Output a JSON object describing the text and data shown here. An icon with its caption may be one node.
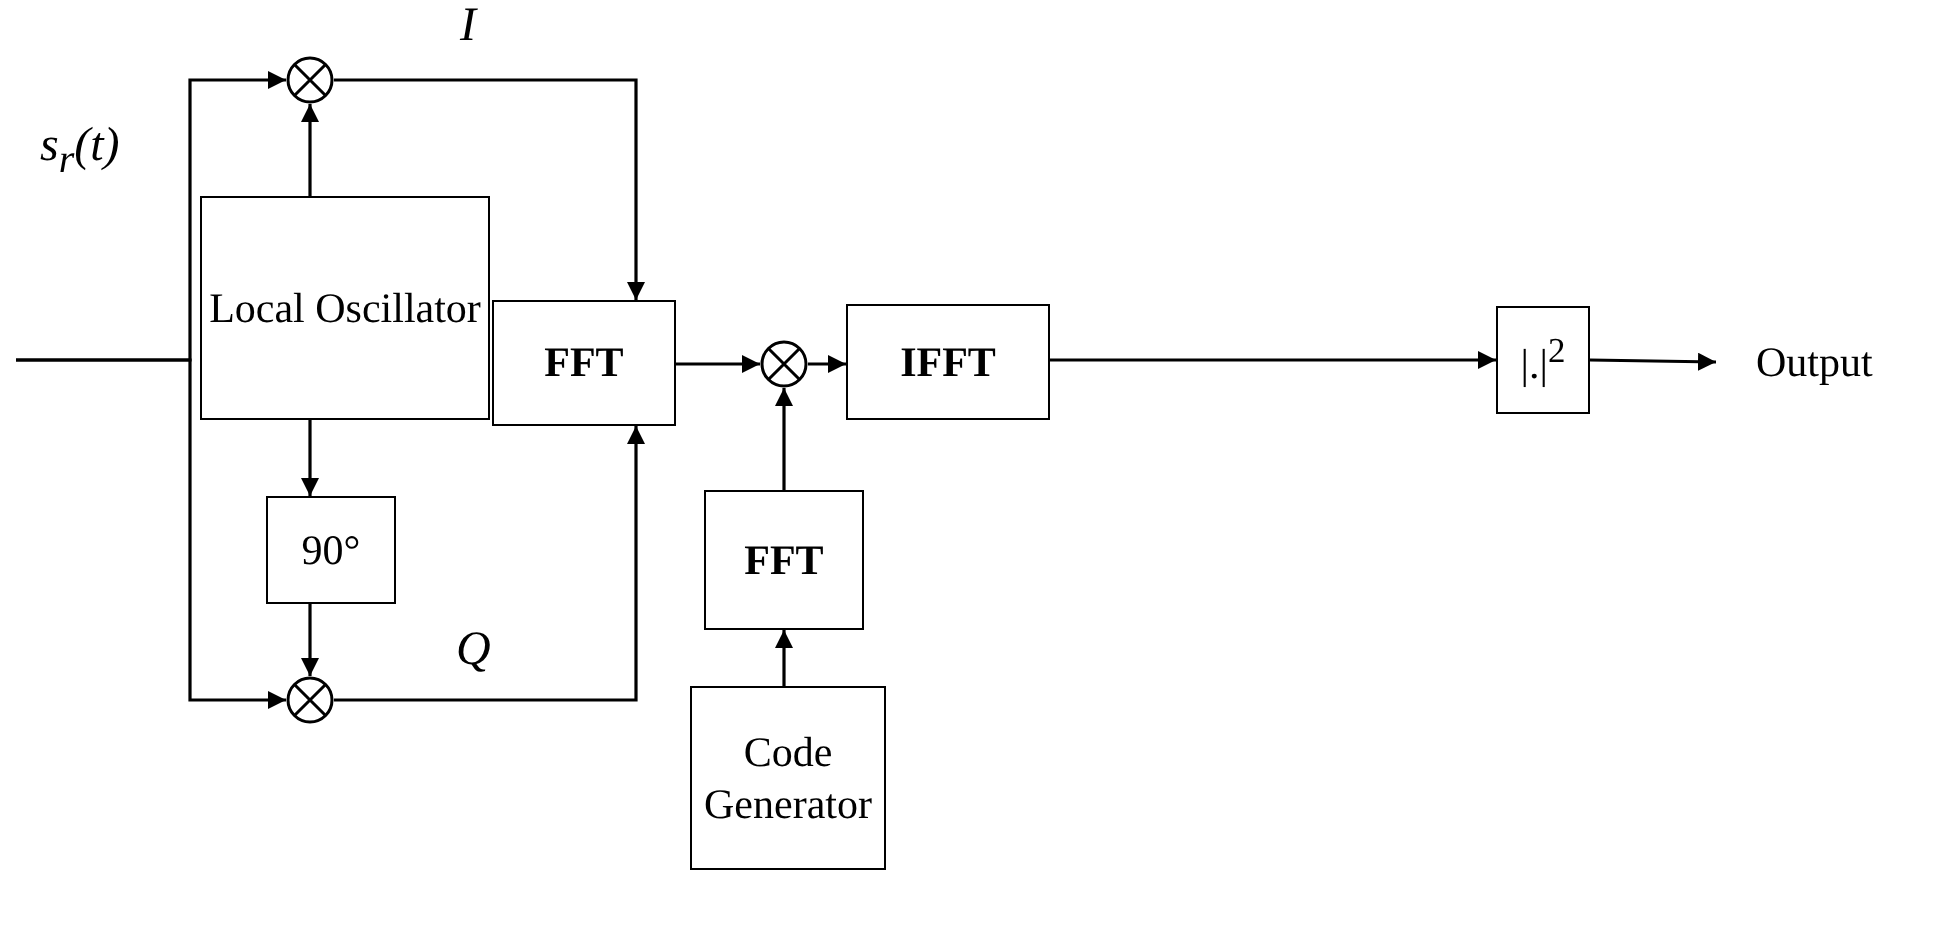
{
  "diagram": {
    "nodes": [
      {
        "text": [],
        "shape": "circle"
      },
      {
        "text": [
          "Local Oscillator"
        ]
      },
      {
        "text": [
          "90°"
        ]
      },
      {
        "text": [],
        "shape": "circle"
      },
      {
        "text": [
          "FFT"
        ]
      },
      {
        "text": [],
        "shape": "circle"
      },
      {
        "text": [
          "FFT"
        ]
      },
      {
        "text": [
          "Code Generator"
        ]
      },
      {
        "text": [
          "IFFT"
        ]
      },
      {
        "text": [
          "|.|$^{2}$"
        ]
      },
      {
        "text": [
          "Output"
        ]
      }
    ],
    "edges": [
      {
        "from": null,
        "to": 0,
        "arrow": "to",
        "label": "s$_{r}$(t)"
      },
      {
        "from": null,
        "to": 3,
        "arrow": "to"
      },
      {
        "from": 1,
        "to": 0,
        "arrow": "to"
      },
      {
        "from": 1,
        "to": 2,
        "arrow": "to"
      },
      {
        "from": 2,
        "to": 3,
        "arrow": "to"
      },
      {
        "from": 0,
        "to": 4,
        "arrow": "to",
        "label": "I"
      },
      {
        "from": 3,
        "to": 4,
        "arrow": "to",
        "label": "Q"
      },
      {
        "from": 4,
        "to": 5,
        "arrow": "to"
      },
      {
        "from": 7,
        "to": 6,
        "arrow": "to"
      },
      {
        "from": 6,
        "to": 5,
        "arrow": "to"
      },
      {
        "from": 5,
        "to": 8,
        "arrow": "to"
      },
      {
        "from": 8,
        "to": 9,
        "arrow": "to"
      },
      {
        "from": 9,
        "to": 10,
        "arrow": "to"
      }
    ]
  }
}
